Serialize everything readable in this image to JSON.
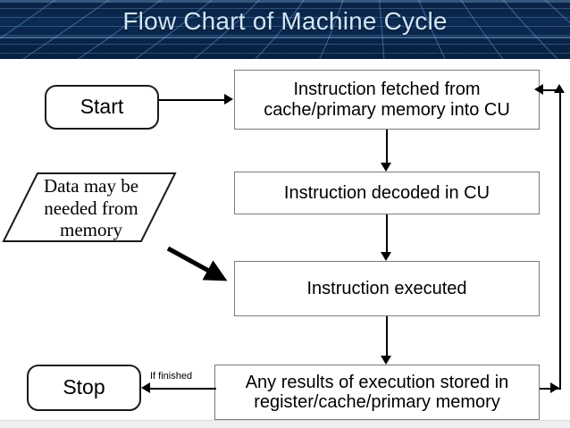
{
  "slide": {
    "title": "Flow Chart of Machine Cycle",
    "header_bg": "#0a2448",
    "title_color": "#cfe6f7",
    "canvas_bg": "#ffffff",
    "bottom_strip_color": "#eceef0"
  },
  "flowchart": {
    "nodes": [
      {
        "id": "start",
        "shape": "terminator",
        "label": "Start"
      },
      {
        "id": "fetch",
        "shape": "process",
        "label": "Instruction fetched from cache/primary memory into CU"
      },
      {
        "id": "decode",
        "shape": "process",
        "label": "Instruction decoded in CU"
      },
      {
        "id": "data",
        "shape": "parallelogram",
        "label": "Data may be needed from memory"
      },
      {
        "id": "execute",
        "shape": "process",
        "label": "Instruction executed"
      },
      {
        "id": "store",
        "shape": "process",
        "label": "Any results of execution stored in register/cache/primary memory"
      },
      {
        "id": "stop",
        "shape": "terminator",
        "label": "Stop"
      }
    ],
    "edges": [
      {
        "id": "start-to-fetch",
        "from": "start",
        "to": "fetch",
        "label": ""
      },
      {
        "id": "fetch-to-decode",
        "from": "fetch",
        "to": "decode",
        "label": ""
      },
      {
        "id": "decode-to-execute",
        "from": "decode",
        "to": "execute",
        "label": ""
      },
      {
        "id": "data-to-execute",
        "from": "data",
        "to": "execute",
        "label": ""
      },
      {
        "id": "execute-to-store",
        "from": "execute",
        "to": "store",
        "label": ""
      },
      {
        "id": "store-to-stop",
        "from": "store",
        "to": "stop",
        "label": "If finished"
      },
      {
        "id": "store-to-fetch",
        "from": "store",
        "to": "fetch",
        "label": ""
      }
    ],
    "edge_label_if_finished": "If finished",
    "line_color": "#000000",
    "box_border_color": "#7b7b7b",
    "terminator_border_color": "#1a1a1a"
  }
}
